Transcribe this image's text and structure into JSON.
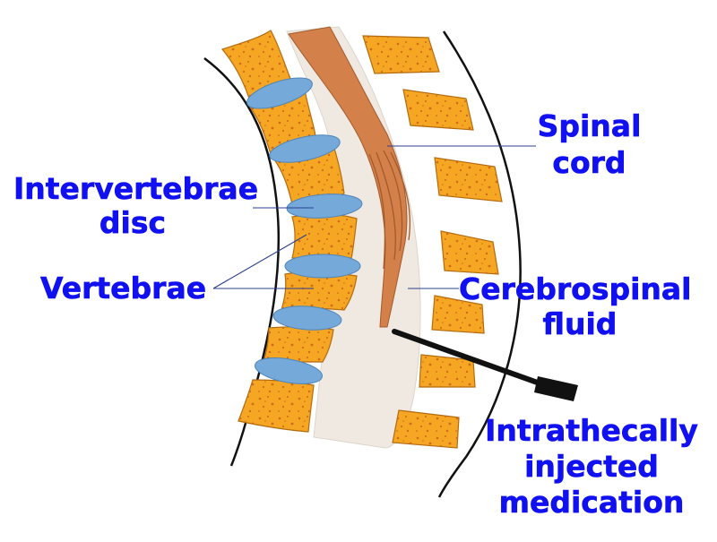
{
  "colors": {
    "label_text": "#1010f0",
    "vertebra_fill": "#f5a623",
    "vertebra_speckle": "#d06a1a",
    "disc_fill": "#74a9d9",
    "spinal_cord": "#d4804a",
    "csf_fill": "#efe9e2",
    "needle": "#111111",
    "body_outline": "#111111",
    "leader_line": "#2b3f8f"
  },
  "labels": {
    "intervertebrae_disc_1": "Intervertebrae",
    "intervertebrae_disc_2": "disc",
    "vertebrae": "Vertebrae",
    "spinal_cord_1": "Spinal",
    "spinal_cord_2": "cord",
    "csf_1": "Cerebrospinal",
    "csf_2": "fluid",
    "medication_1": "Intrathecally",
    "medication_2": "injected",
    "medication_3": "medication"
  }
}
